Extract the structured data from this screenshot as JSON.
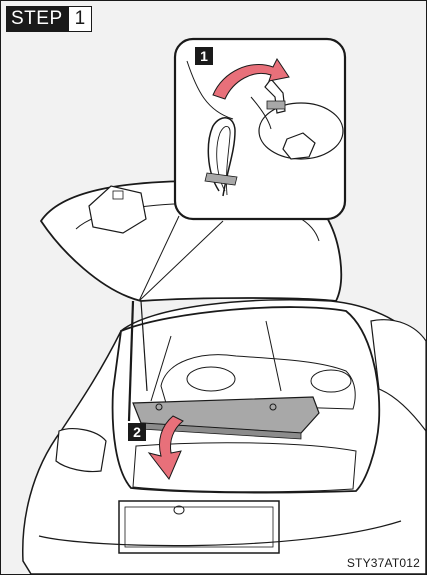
{
  "header": {
    "step_label": "STEP",
    "step_number": "1"
  },
  "callouts": [
    {
      "number": "1"
    },
    {
      "number": "2"
    }
  ],
  "figure": {
    "code": "STY37AT012"
  }
}
